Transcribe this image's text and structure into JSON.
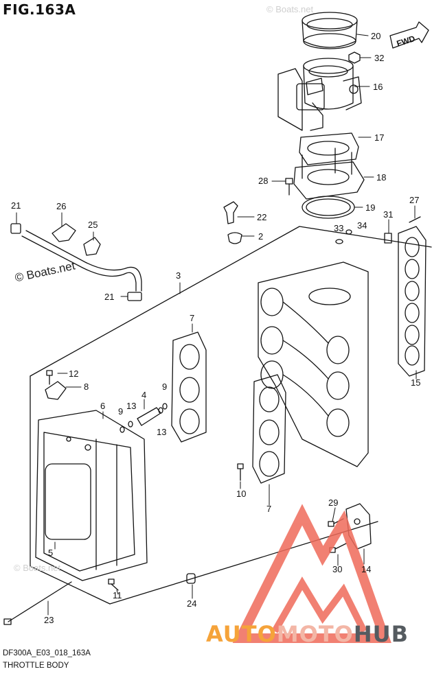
{
  "figure": {
    "title": "FIG.163A",
    "code": "DF300A_E03_018_163A",
    "name": "THROTTLE BODY",
    "direction_tag": "FWD"
  },
  "watermarks": {
    "main": "© Boats.net",
    "faint": "© Boats.net"
  },
  "brand": {
    "part1": "AUTO",
    "part2": "MOTO",
    "part3": "HUB",
    "colors": {
      "auto": "#f5a33a",
      "moto": "#f3b6a6",
      "hub": "#555b60",
      "triangle": "#ef6b5a"
    }
  },
  "callouts": [
    {
      "id": "c20",
      "label": "20"
    },
    {
      "id": "c32",
      "label": "32"
    },
    {
      "id": "c16",
      "label": "16"
    },
    {
      "id": "c17",
      "label": "17"
    },
    {
      "id": "c18",
      "label": "18"
    },
    {
      "id": "c28",
      "label": "28"
    },
    {
      "id": "c19",
      "label": "19"
    },
    {
      "id": "c21a",
      "label": "21"
    },
    {
      "id": "c26",
      "label": "26"
    },
    {
      "id": "c25",
      "label": "25"
    },
    {
      "id": "c22",
      "label": "22"
    },
    {
      "id": "c2",
      "label": "2"
    },
    {
      "id": "c27",
      "label": "27"
    },
    {
      "id": "c31",
      "label": "31"
    },
    {
      "id": "c33",
      "label": "33"
    },
    {
      "id": "c34",
      "label": "34"
    },
    {
      "id": "c3",
      "label": "3"
    },
    {
      "id": "c21b",
      "label": "21"
    },
    {
      "id": "c7a",
      "label": "7"
    },
    {
      "id": "c12",
      "label": "12"
    },
    {
      "id": "c8",
      "label": "8"
    },
    {
      "id": "c6",
      "label": "6"
    },
    {
      "id": "c4",
      "label": "4"
    },
    {
      "id": "c9a",
      "label": "9"
    },
    {
      "id": "c9b",
      "label": "9"
    },
    {
      "id": "c13a",
      "label": "13"
    },
    {
      "id": "c13b",
      "label": "13"
    },
    {
      "id": "c15",
      "label": "15"
    },
    {
      "id": "c10",
      "label": "10"
    },
    {
      "id": "c7b",
      "label": "7"
    },
    {
      "id": "c29",
      "label": "29"
    },
    {
      "id": "c5",
      "label": "5"
    },
    {
      "id": "c30",
      "label": "30"
    },
    {
      "id": "c14",
      "label": "14"
    },
    {
      "id": "c11",
      "label": "11"
    },
    {
      "id": "c24",
      "label": "24"
    },
    {
      "id": "c23",
      "label": "23"
    }
  ]
}
